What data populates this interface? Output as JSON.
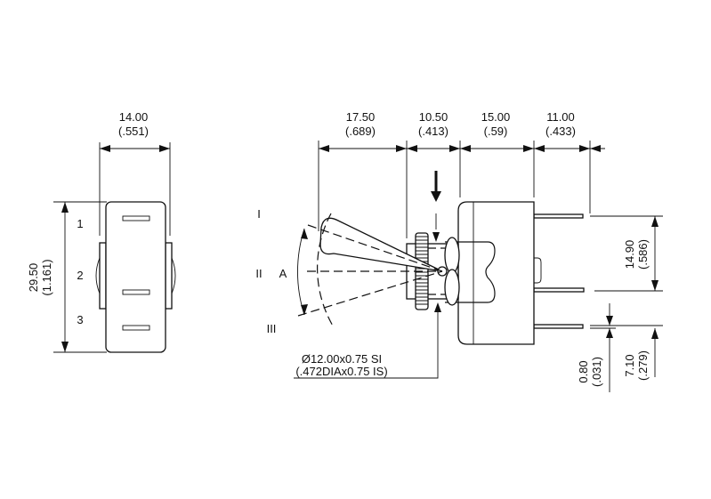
{
  "front_view": {
    "width_mm": "14.00",
    "width_in": "(.551)",
    "height_mm": "29.50",
    "height_in": "(1.161)",
    "terminals": [
      "1",
      "2",
      "3"
    ]
  },
  "side_view": {
    "dims_top": [
      {
        "mm": "17.50",
        "in": "(.689)"
      },
      {
        "mm": "10.50",
        "in": "(.413)"
      },
      {
        "mm": "15.00",
        "in": "(.59)"
      },
      {
        "mm": "11.00",
        "in": "(.433)"
      }
    ],
    "positions": [
      "I",
      "II",
      "III"
    ],
    "angle_label": "A",
    "thread_mm": "Ø12.00x0.75 SI",
    "thread_in": "(.472DIAx0.75 IS)",
    "pin_pitch_mm": "14.90",
    "pin_pitch_in": "(.586)",
    "pin_thick_mm": "0.80",
    "pin_thick_in": "(.031)",
    "pin_offset_mm": "7.10",
    "pin_offset_in": "(.279)"
  }
}
